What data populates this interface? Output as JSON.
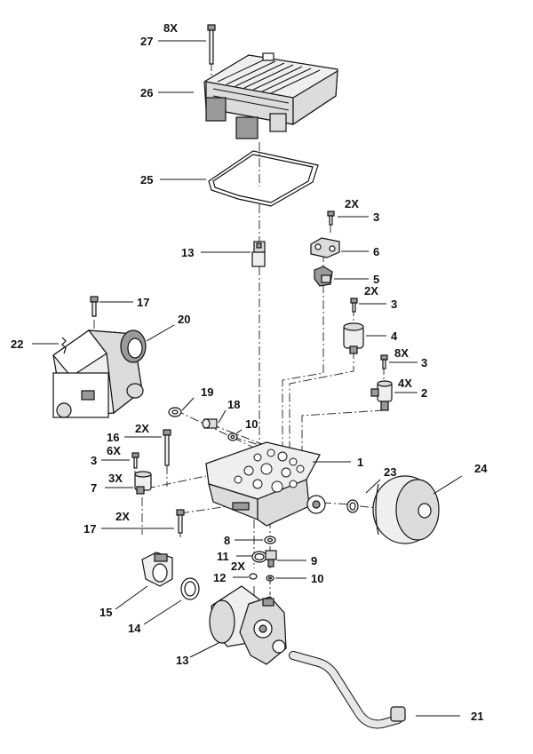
{
  "callouts": {
    "c27": "27",
    "q27": "8X",
    "c26": "26",
    "c25": "25",
    "c3a": "3",
    "q3a": "2X",
    "c6": "6",
    "c13a": "13",
    "c5": "5",
    "c3b": "3",
    "q3b": "2X",
    "c17a": "17",
    "c20": "20",
    "c22": "22",
    "c4": "4",
    "c3c": "3",
    "q3c": "8X",
    "c2": "2",
    "q2": "4X",
    "c19": "19",
    "c18": "18",
    "c10a": "10",
    "c16": "16",
    "q16": "2X",
    "c3d": "3",
    "q3d": "6X",
    "c1": "1",
    "c23": "23",
    "c24": "24",
    "c7": "7",
    "q7": "3X",
    "c17b": "17",
    "q17b": "2X",
    "c8": "8",
    "c11": "11",
    "c9": "9",
    "c12": "12",
    "q12": "2X",
    "c10b": "10",
    "c15": "15",
    "c14": "14",
    "c13b": "13",
    "c21": "21"
  }
}
